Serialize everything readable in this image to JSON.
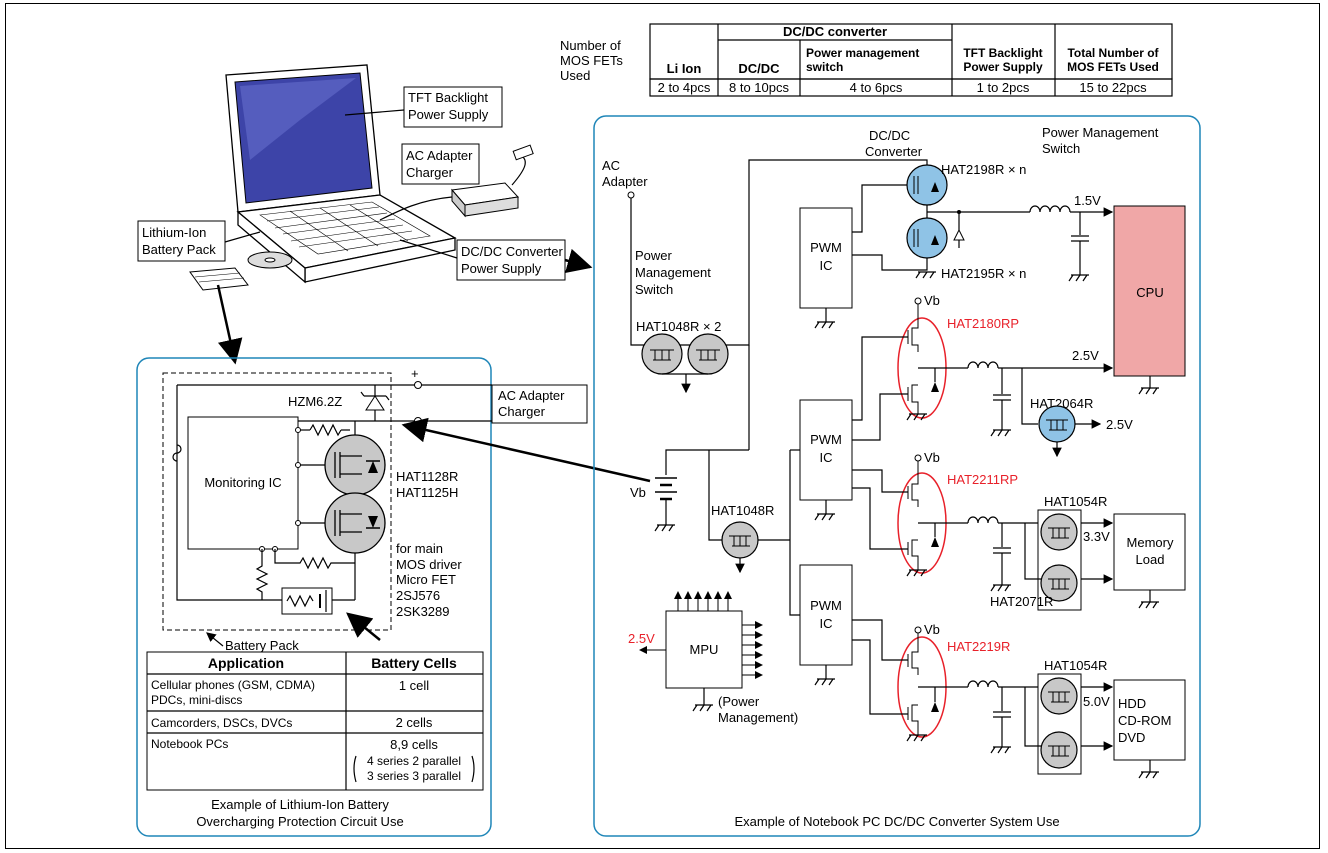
{
  "summary_table": {
    "row_label": "Number of MOS FETs Used",
    "row_label_lines": [
      "Number of",
      "MOS FETs",
      "Used"
    ],
    "group_header": "DC/DC converter",
    "headers": [
      "Li Ion",
      "DC/DC",
      "Power management switch",
      "TFT Backlight Power Supply",
      "Total Number of MOS FETs Used"
    ],
    "header_lines": [
      [
        "Li Ion"
      ],
      [
        "DC/DC"
      ],
      [
        "Power management",
        "switch"
      ],
      [
        "TFT Backlight",
        "Power Supply"
      ],
      [
        "Total Number of",
        "MOS FETs Used"
      ]
    ],
    "values": [
      "2 to 4pcs",
      "8 to 10pcs",
      "4 to 6pcs",
      "1 to 2pcs",
      "15 to 22pcs"
    ]
  },
  "laptop": {
    "tft_label": [
      "TFT Backlight",
      "Power Supply"
    ],
    "ac_label": [
      "AC Adapter",
      "Charger"
    ],
    "battery_label": [
      "Lithium-Ion",
      "Battery Pack"
    ],
    "dcdc_label": [
      "DC/DC Converter",
      "Power Supply"
    ]
  },
  "battery_panel": {
    "caption": [
      "Example of Lithium-Ion Battery",
      "Overcharging Protection Circuit Use"
    ],
    "zener": "HZM6.2Z",
    "plus": "+",
    "monitoring_ic": "Monitoring IC",
    "fet_parts": [
      "HAT1128R",
      "HAT1125H"
    ],
    "notes": [
      "for main",
      "MOS driver",
      "Micro FET",
      "2SJ576",
      "2SK3289"
    ],
    "battery_pack": "Battery Pack",
    "ac_label": [
      "AC Adapter",
      "Charger"
    ],
    "cells_table": {
      "headers": [
        "Application",
        "Battery Cells"
      ],
      "rows": [
        {
          "app": [
            "Cellular phones (GSM, CDMA)",
            "PDCs, mini-discs"
          ],
          "cells": [
            "1 cell"
          ]
        },
        {
          "app": [
            "Camcorders, DSCs, DVCs"
          ],
          "cells": [
            "2 cells"
          ]
        },
        {
          "app": [
            "Notebook PCs"
          ],
          "cells": [
            "8,9 cells",
            "4 series  2 parallel",
            "3 series  3 parallel"
          ]
        }
      ]
    }
  },
  "dcdc_panel": {
    "caption": "Example of Notebook PC DC/DC Converter System Use",
    "ac_adapter": [
      "AC",
      "Adapter"
    ],
    "pms_label": [
      "Power",
      "Management",
      "Switch"
    ],
    "dcdc_title": [
      "DC/DC",
      "Converter"
    ],
    "pms_title": [
      "Power Management",
      "Switch"
    ],
    "pwm": [
      "PWM",
      "IC"
    ],
    "vb": "Vb",
    "parts": {
      "hat1048r_x2": "HAT1048R × 2",
      "hat1048r": "HAT1048R",
      "hat2198r": "HAT2198R × n",
      "hat2195r": "HAT2195R × n",
      "hat2180rp": "HAT2180RP",
      "hat2064r": "HAT2064R",
      "hat2211rp": "HAT2211RP",
      "hat1054r_a": "HAT1054R",
      "hat2071r": "HAT2071R",
      "hat2219r": "HAT2219R",
      "hat1054r_b": "HAT1054R"
    },
    "voltages": {
      "v15": "1.5V",
      "v25": "2.5V",
      "v25b": "2.5V",
      "v33": "3.3V",
      "v50": "5.0V",
      "mpu_v": "2.5V"
    },
    "cpu": "CPU",
    "memory": [
      "Memory",
      "Load"
    ],
    "hdd": [
      "HDD",
      "CD-ROM",
      "DVD"
    ],
    "mpu": "MPU",
    "mpu_note": [
      "(Power",
      "Management)"
    ]
  },
  "colors": {
    "red": "#e8212a",
    "cpu_fill": "#f0a7a7",
    "fet_blue": "#8fc3e6",
    "fet_gray": "#c8c8c8",
    "panel_border": "#1f86b8"
  }
}
